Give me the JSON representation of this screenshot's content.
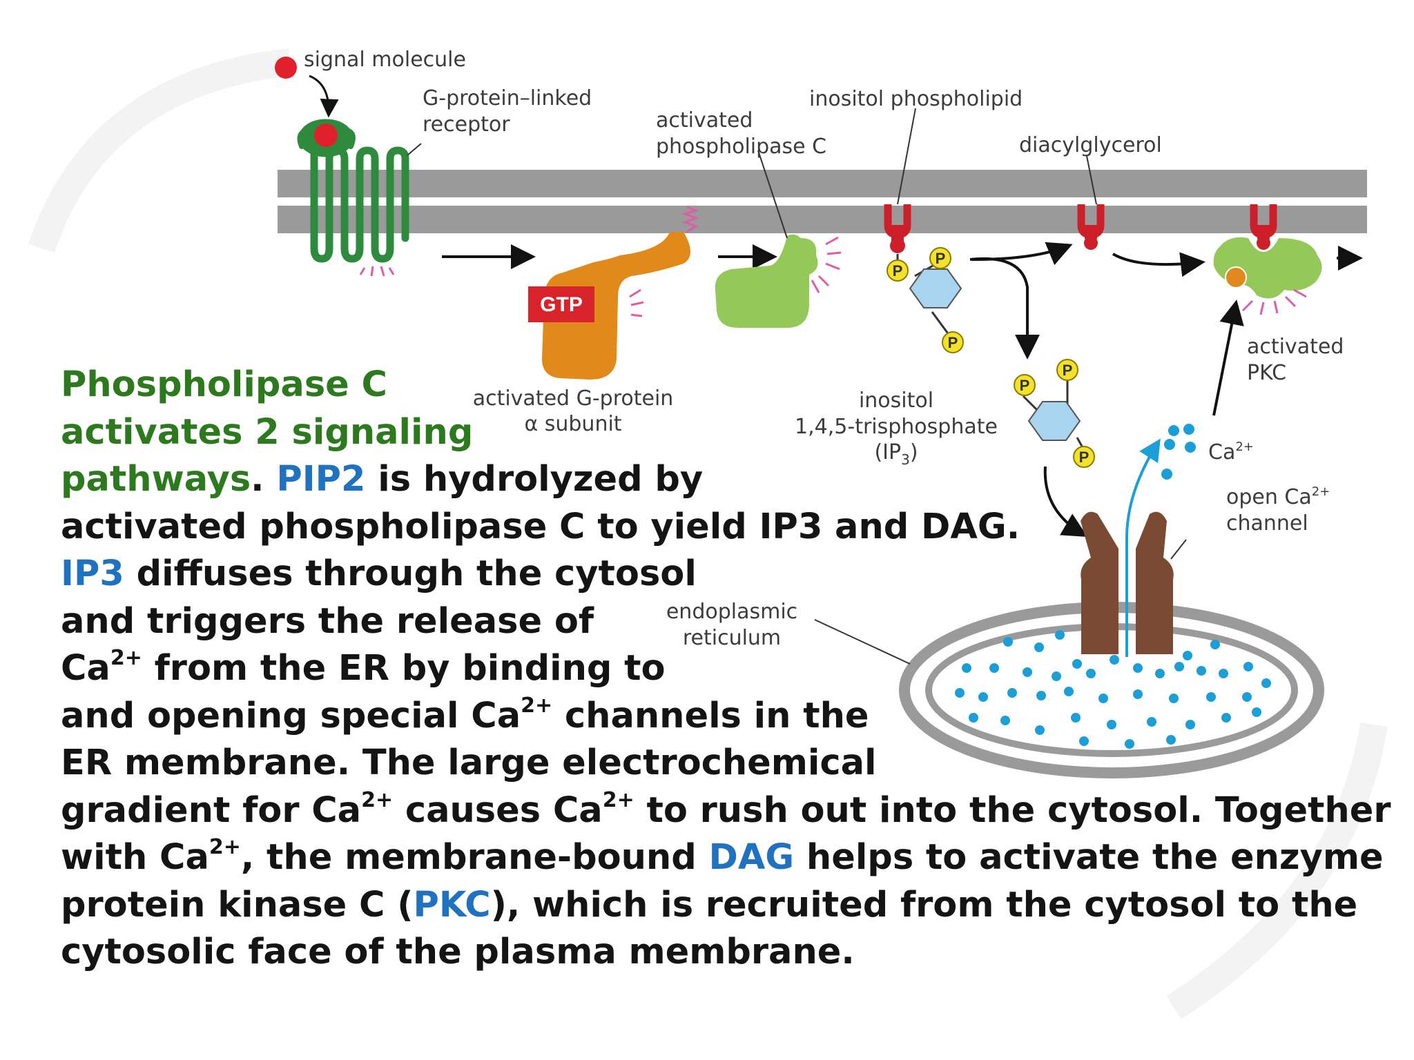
{
  "labels": {
    "signal_molecule": "signal molecule",
    "gpcr_line1": "G-protein–linked",
    "gpcr_line2": "receptor",
    "plc_line1": "activated",
    "plc_line2": "phospholipase C",
    "inositol_phospholipid": "inositol phospholipid",
    "diacylglycerol": "diacylglycerol",
    "gtp": "GTP",
    "gprotein_line1": "activated G-protein",
    "gprotein_line2": "α subunit",
    "ip3_line1": "inositol",
    "ip3_line2": "1,4,5-trisphosphate",
    "ip3_line3_pre": "(IP",
    "ip3_line3_sub": "3",
    "ip3_line3_post": ")",
    "pkc_line1": "activated",
    "pkc_line2": "PKC",
    "ca": "Ca",
    "ca_sup": "2+",
    "channel_line1": "open Ca",
    "channel_line1_sup": "2+",
    "channel_line2": "channel",
    "er_line1": "endoplasmic",
    "er_line2": "reticulum",
    "phosphate": "P"
  },
  "text": {
    "l1": "Phospholipase C",
    "l2": "activates 2 signaling",
    "l3_green": "pathways",
    "l3_dot": ". ",
    "l3_pip2": "PIP2",
    "l3_rest": " is hydrolyzed by",
    "l4": "activated phospholipase C to yield IP3 and DAG.",
    "l5_ip3": "IP3",
    "l5_rest": " diffuses through the cytosol",
    "l6": "and triggers the release of",
    "l7_ca": "Ca",
    "l7_rest": " from the ER by binding to",
    "l8_a": "and opening special Ca",
    "l8_b": " channels in the",
    "l9": "ER membrane. The large electrochemical",
    "l10_a": "gradient for Ca",
    "l10_b": " causes Ca",
    "l10_c": " to rush out into the cytosol. Together",
    "l11_a": "with Ca",
    "l11_b": ", the membrane-bound ",
    "l11_dag": "DAG",
    "l11_c": " helps to activate the enzyme",
    "l12_a": "protein kinase C (",
    "l12_pkc": "PKC",
    "l12_b": "), which is recruited from the cytosol to the",
    "l13": "cytosolic face of  the plasma membrane.",
    "sup": "2+"
  },
  "colors": {
    "green_text": "#2d7a1e",
    "blue_text": "#1f72c0",
    "membrane": "#9a9a9a",
    "receptor": "#2e8b3e",
    "signal": "#e0202a",
    "g_protein": "#e2891c",
    "gtp_box": "#d8232a",
    "plc": "#94c95a",
    "pip2_head": "#cc1f2a",
    "phosphate": "#f4e12a",
    "inositol_ring": "#a9d4ef",
    "ca_ion": "#1a9fd8",
    "channel": "#7a4a32"
  }
}
